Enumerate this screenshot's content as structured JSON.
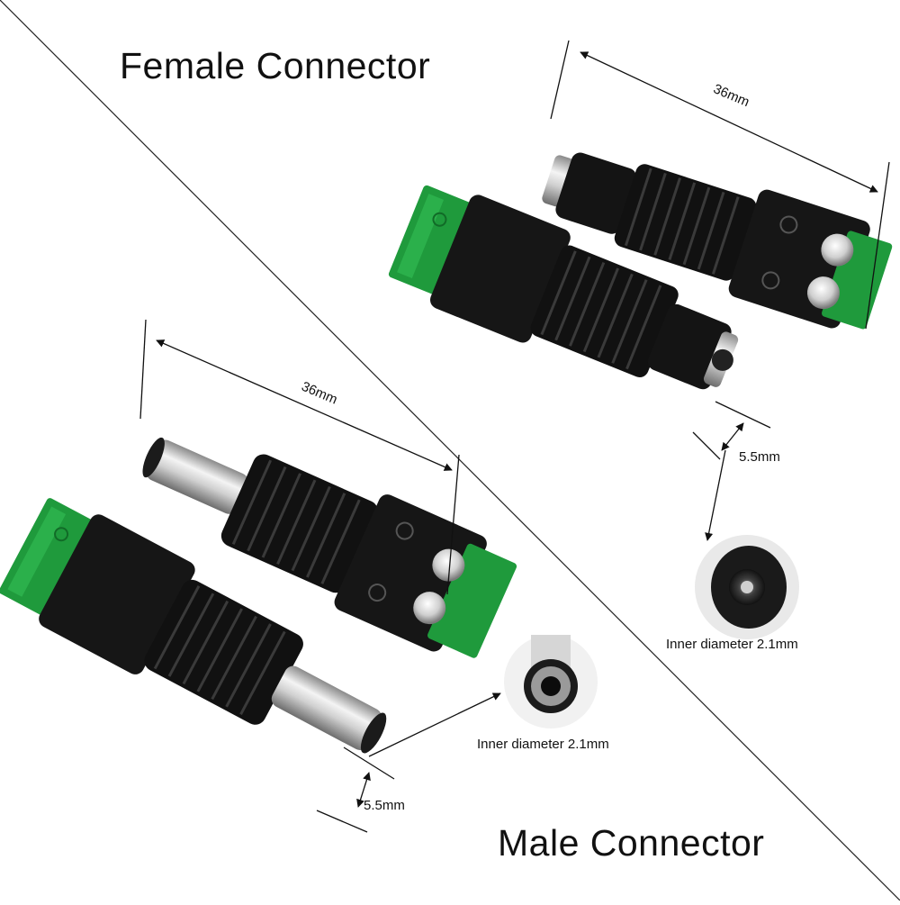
{
  "titles": {
    "female": "Female Connector",
    "male": "Male Connector"
  },
  "female": {
    "length_label": "36mm",
    "outer_diameter_label": "5.5mm",
    "inner_label": "Inner diameter 2.1mm"
  },
  "male": {
    "length_label": "36mm",
    "outer_diameter_label": "5.5mm",
    "inner_label": "Inner diameter 2.1mm"
  },
  "colors": {
    "housing": "#141414",
    "terminal": "#1f9a3c",
    "metal": "#c9c9c9"
  }
}
